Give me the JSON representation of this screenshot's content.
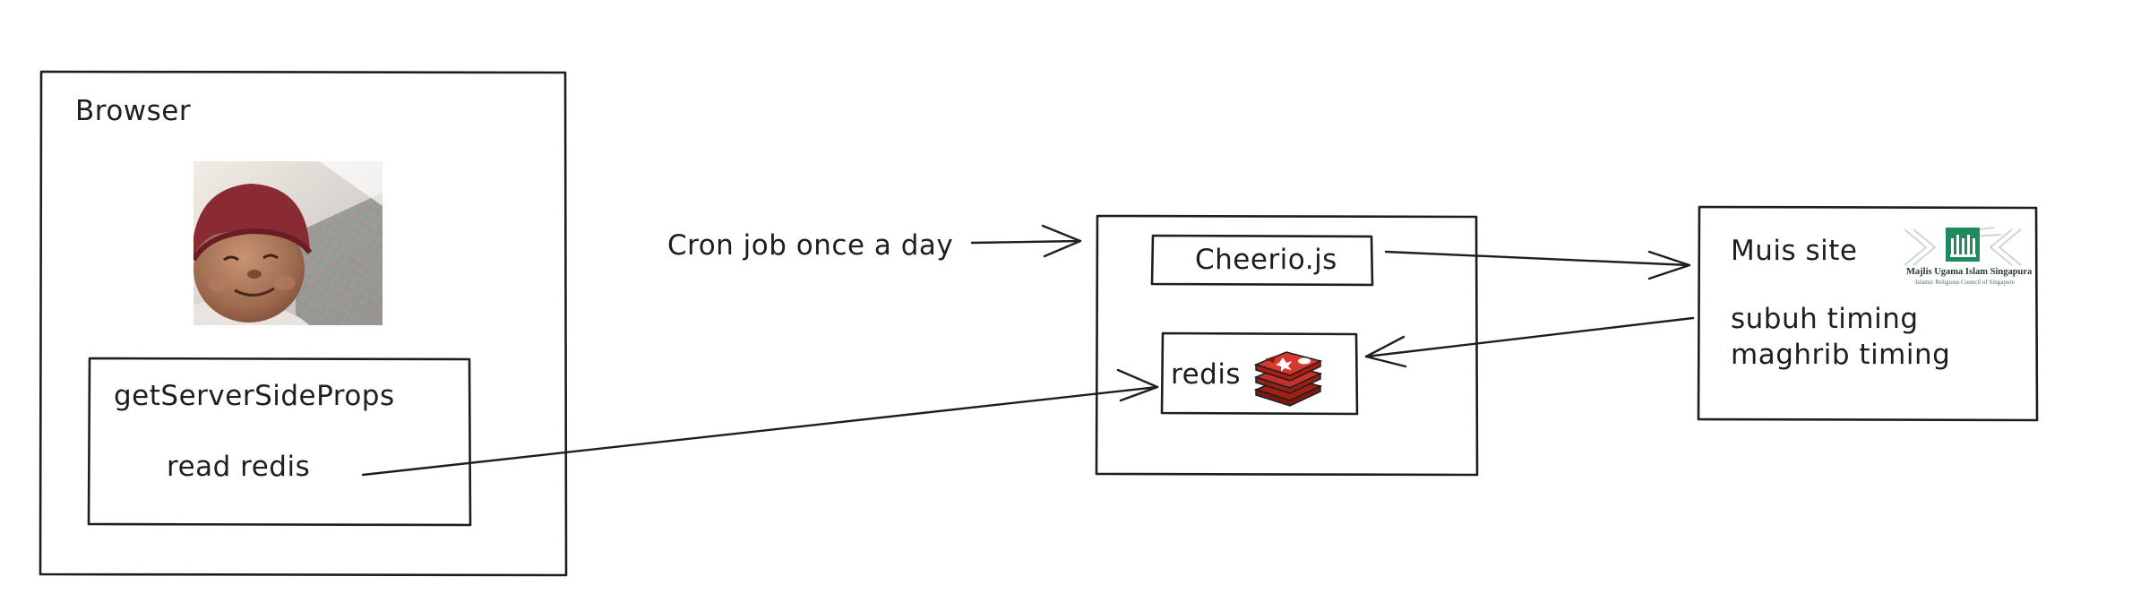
{
  "diagram": {
    "browser": {
      "title": "Browser",
      "avatar_icon": "baby-face-photo",
      "component": {
        "title": "getServerSideProps",
        "action": "read redis"
      }
    },
    "cron_label": "Cron job once a day",
    "server": {
      "scraper_label": "Cheerio.js",
      "cache_label": "redis",
      "cache_icon": "redis-logo-icon"
    },
    "muis": {
      "title": "Muis site",
      "logo": {
        "name": "Majlis Ugama Islam Singapura",
        "tagline": "Islamic Religious Council of Singapore",
        "icon": "muis-logo-icon",
        "color": "#1f8a5b"
      },
      "timings": [
        "subuh timing",
        "maghrib timing"
      ]
    },
    "colors": {
      "stroke": "#1e1e1e",
      "redis_red": "#c6302b",
      "redis_dark": "#a41e11",
      "beanie": "#8a2b34"
    }
  }
}
